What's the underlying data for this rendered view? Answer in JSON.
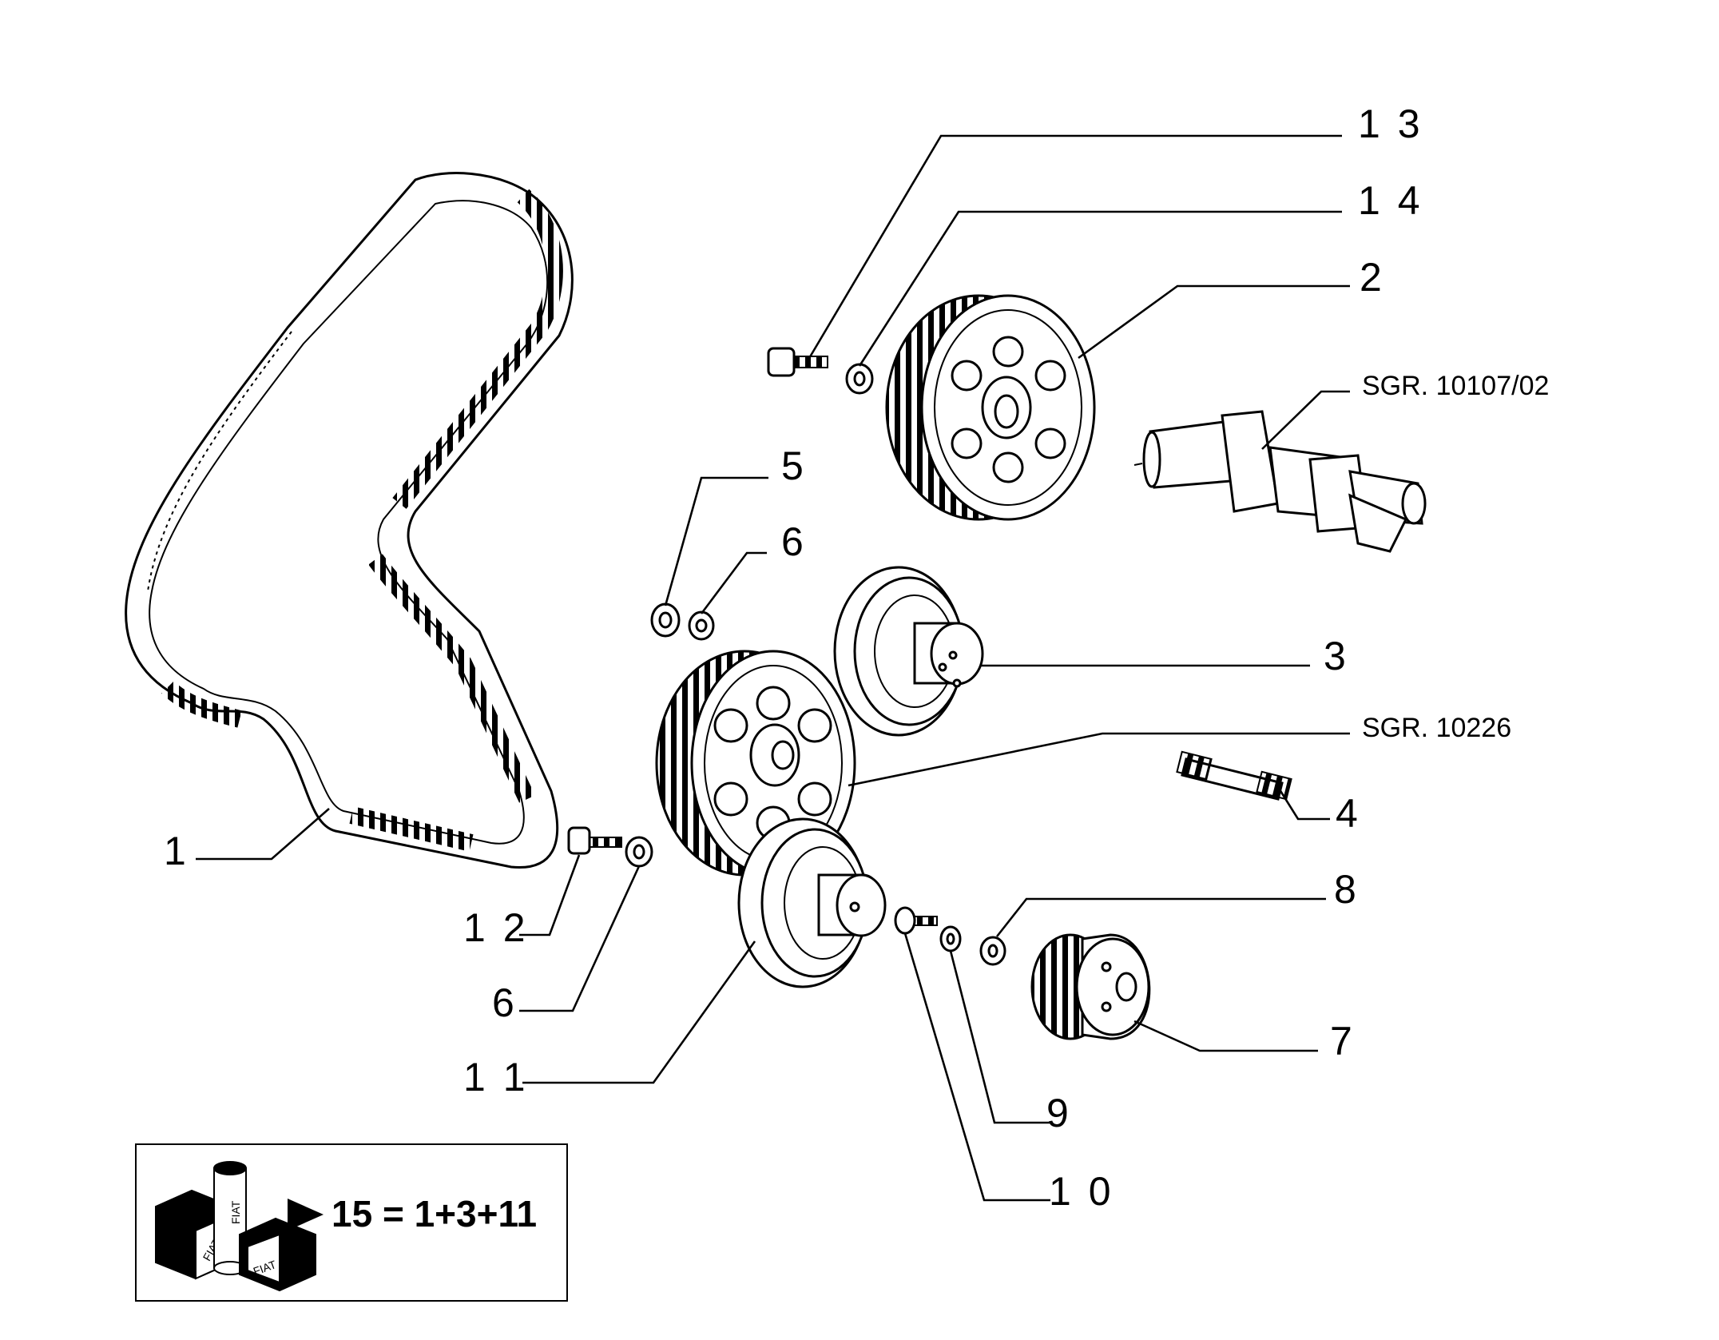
{
  "callouts": [
    {
      "id": "13",
      "label": "1 3"
    },
    {
      "id": "14",
      "label": "1 4"
    },
    {
      "id": "2",
      "label": "2"
    },
    {
      "id": "5",
      "label": "5"
    },
    {
      "id": "6a",
      "label": "6"
    },
    {
      "id": "3",
      "label": "3"
    },
    {
      "id": "4",
      "label": "4"
    },
    {
      "id": "8",
      "label": "8"
    },
    {
      "id": "7",
      "label": "7"
    },
    {
      "id": "1",
      "label": "1"
    },
    {
      "id": "12",
      "label": "1 2"
    },
    {
      "id": "6b",
      "label": "6"
    },
    {
      "id": "11",
      "label": "1 1"
    },
    {
      "id": "9",
      "label": "9"
    },
    {
      "id": "10",
      "label": "1 0"
    }
  ],
  "references": {
    "camshaft": "SGR. 10107/02",
    "pulley": "SGR. 10226"
  },
  "kit": {
    "formula": "15 = 1+3+11",
    "brand": "FIAT"
  }
}
